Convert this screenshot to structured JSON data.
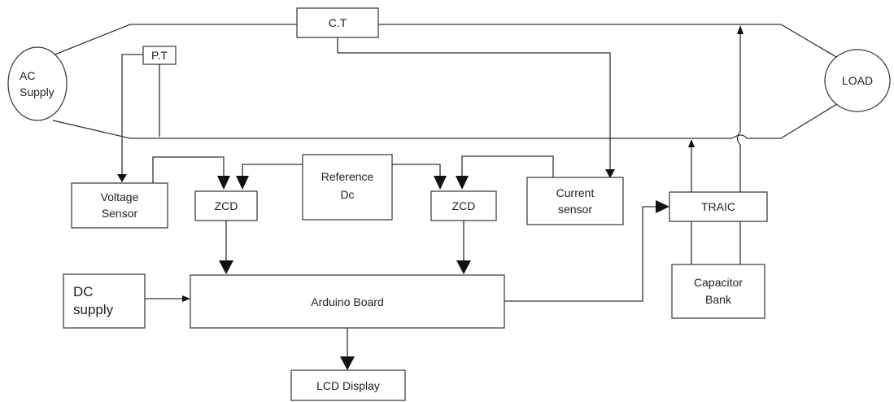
{
  "labels": {
    "ac_supply_1": "AC",
    "ac_supply_2": "Supply",
    "ct": "C.T",
    "pt": "P.T",
    "load": "LOAD",
    "voltage_sensor_1": "Voltage",
    "voltage_sensor_2": "Sensor",
    "zcd_left": "ZCD",
    "reference_dc_1": "Reference",
    "reference_dc_2": "Dc",
    "zcd_right": "ZCD",
    "current_sensor_1": "Current",
    "current_sensor_2": "sensor",
    "traic": "TRAIC",
    "dc_supply_1": "DC",
    "dc_supply_2": "supply",
    "arduino": "Arduino Board",
    "capacitor_bank_1": "Capacitor",
    "capacitor_bank_2": "Bank",
    "lcd": "LCD Display"
  }
}
